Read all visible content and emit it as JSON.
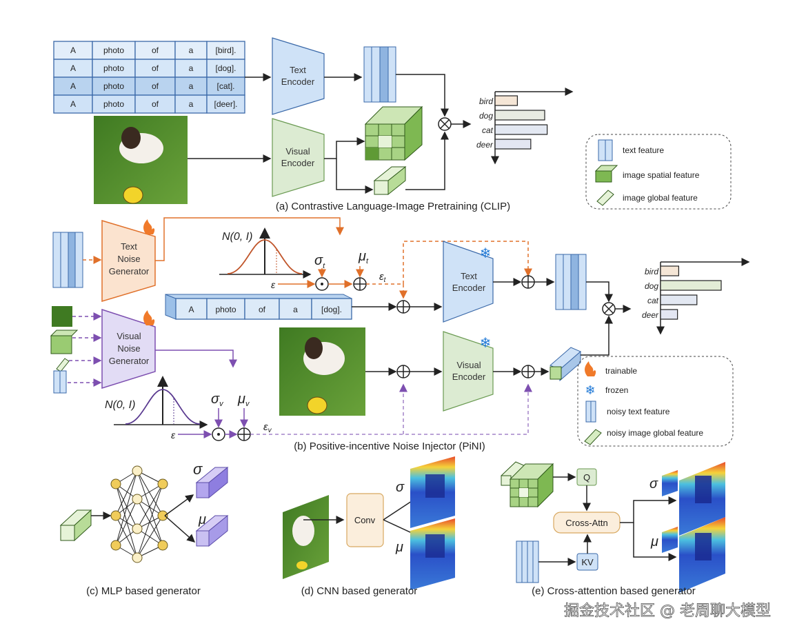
{
  "sections": {
    "a": {
      "caption": "(a) Contrastive Language-Image Pretraining (CLIP)",
      "prompt_rows": [
        [
          "A",
          "photo",
          "of",
          "a",
          "[bird]."
        ],
        [
          "A",
          "photo",
          "of",
          "a",
          "[dog]."
        ],
        [
          "A",
          "photo",
          "of",
          "a",
          "[cat]."
        ],
        [
          "A",
          "photo",
          "of",
          "a",
          "[deer]."
        ]
      ],
      "text_encoder": [
        "Text",
        "Encoder"
      ],
      "visual_encoder": [
        "Visual",
        "Encoder"
      ],
      "scores": {
        "labels": [
          "bird",
          "dog",
          "cat",
          "deer"
        ],
        "values": [
          0.45,
          1.0,
          1.05,
          0.72
        ]
      },
      "legend": [
        "text feature",
        "image spatial feature",
        "image global feature"
      ]
    },
    "b": {
      "caption": "(b) Positive-incentive Noise Injector (PiNI)",
      "text_noise_generator": [
        "Text",
        "Noise",
        "Generator"
      ],
      "visual_noise_generator": [
        "Visual",
        "Noise",
        "Generator"
      ],
      "gaussian_label": "N(0, I)",
      "epsilon": "ε",
      "sigma_t": "σ",
      "sigma_t_sub": "t",
      "mu_t": "μ",
      "mu_t_sub": "t",
      "eps_t": "ε",
      "eps_t_sub": "t",
      "sigma_v": "σ",
      "sigma_v_sub": "v",
      "mu_v": "μ",
      "mu_v_sub": "v",
      "eps_v": "ε",
      "eps_v_sub": "v",
      "prompt_row": [
        "A",
        "photo",
        "of",
        "a",
        "[dog]."
      ],
      "text_encoder": [
        "Text",
        "Encoder"
      ],
      "visual_encoder": [
        "Visual",
        "Encoder"
      ],
      "scores": {
        "labels": [
          "bird",
          "dog",
          "cat",
          "deer"
        ],
        "values": [
          0.3,
          1.0,
          0.6,
          0.28
        ]
      },
      "legend": [
        "trainable",
        "frozen",
        "noisy text feature",
        "noisy image global feature"
      ]
    },
    "c": {
      "caption": "(c) MLP based generator",
      "sigma": "σ",
      "mu": "μ"
    },
    "d": {
      "caption": "(d) CNN based generator",
      "conv": "Conv",
      "sigma": "σ",
      "mu": "μ"
    },
    "e": {
      "caption": "(e) Cross-attention based generator",
      "q": "Q",
      "kv": "KV",
      "cross_attn": "Cross-Attn",
      "sigma": "σ",
      "mu": "μ"
    }
  },
  "watermark": "掘金技术社区 @ 老周聊大模型",
  "colors": {
    "text_blue": "#cfe2f7",
    "text_blue_stroke": "#3a68a8",
    "visual_green": "#dcebd2",
    "trainable_orange": "#f07a2a",
    "noise_purple": "#7d4fb0",
    "frozen_blue": "#1e78d6"
  }
}
